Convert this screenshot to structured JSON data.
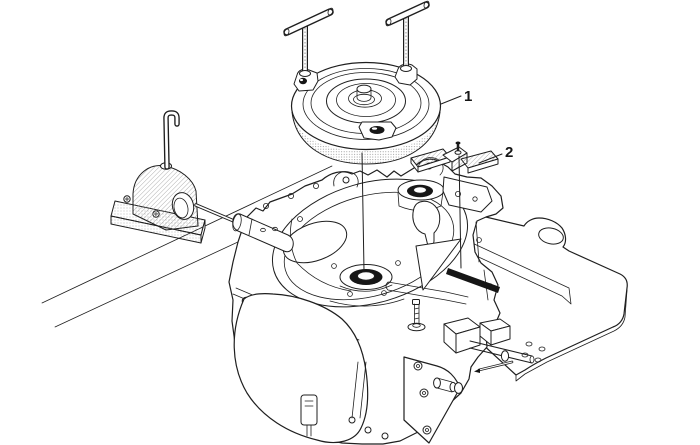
{
  "figure": {
    "kind": "service-manual-line-illustration",
    "subject": "torque-converter-installation-on-transaxle-in-holding-fixture",
    "callouts": [
      {
        "label": "1",
        "part": "torque-converter"
      },
      {
        "label": "2",
        "part": "converter-retainer-bracket"
      }
    ],
    "parts": [
      "torque-converter",
      "t-handle-guide-pin-left",
      "t-handle-guide-pin-right",
      "converter-retainer-bracket",
      "transaxle-assembly",
      "converter-seal",
      "oil-pan",
      "holding-fixture-pedestal",
      "retaining-hook-pin",
      "holding-fixture-plate",
      "clamp-blocks",
      "workbench-edges"
    ],
    "colors": {
      "background": "#ffffff",
      "ink": "#1f1f1f",
      "dark_fill": "#161616",
      "hatch": "#8f8f8f"
    }
  }
}
